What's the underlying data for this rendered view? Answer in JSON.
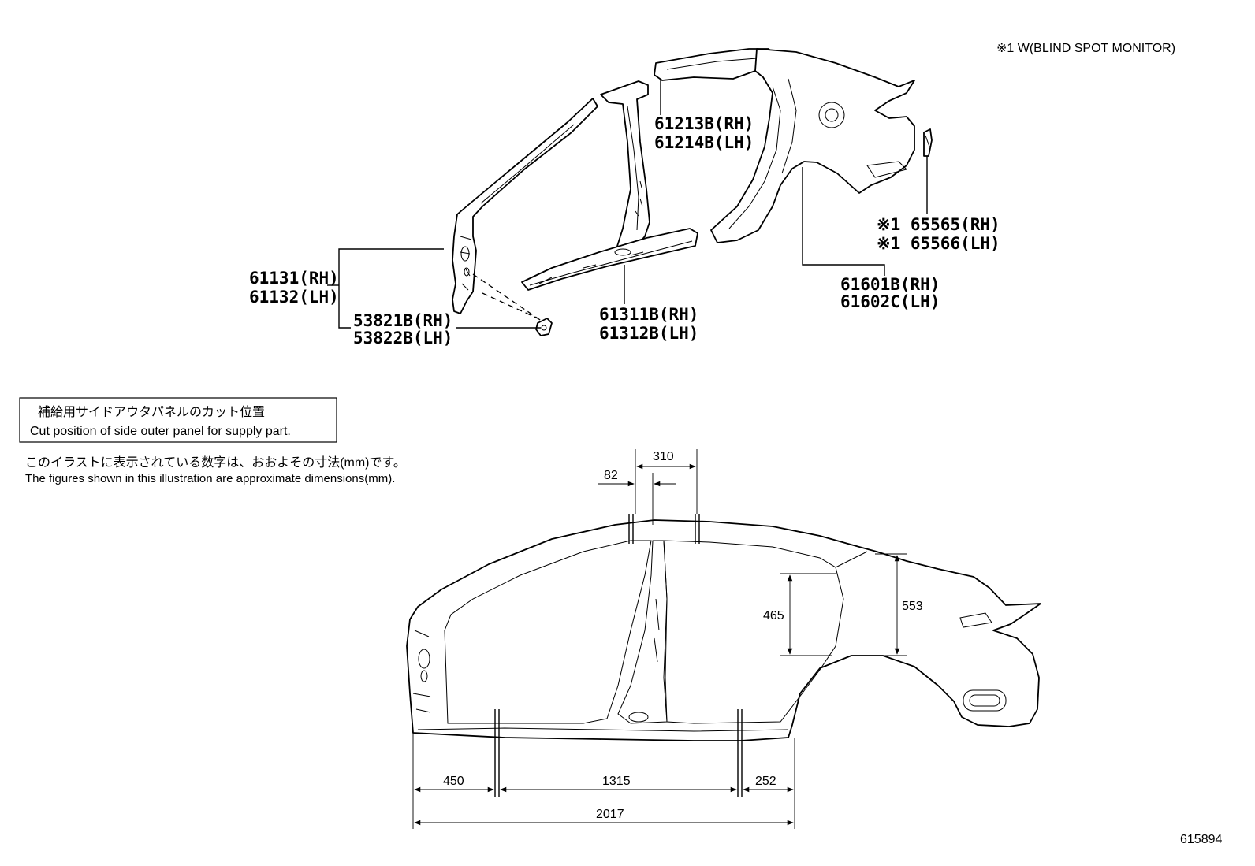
{
  "note_top": "※1 W(BLIND SPOT MONITOR)",
  "parts": {
    "p61131": "61131(RH)",
    "p61132": "61132(LH)",
    "p53821": "53821B(RH)",
    "p53822": "53822B(LH)",
    "p61311": "61311B(RH)",
    "p61312": "61312B(LH)",
    "p61213": "61213B(RH)",
    "p61214": "61214B(LH)",
    "p65565": "※1 65565(RH)",
    "p65566": "※1 65566(LH)",
    "p61601": "61601B(RH)",
    "p61602": "61602C(LH)"
  },
  "cut_box": {
    "jp": "補給用サイドアウタパネルのカット位置",
    "en": "Cut position of side outer panel for supply part."
  },
  "dim_note": {
    "jp": "このイラストに表示されている数字は、おおよその寸法(mm)です。",
    "en": "The figures shown in this illustration are approximate dimensions(mm)."
  },
  "dimensions": {
    "d310": "310",
    "d82": "82",
    "d465": "465",
    "d553": "553",
    "d450": "450",
    "d1315": "1315",
    "d252": "252",
    "d2017": "2017"
  },
  "ref_number": "615894"
}
